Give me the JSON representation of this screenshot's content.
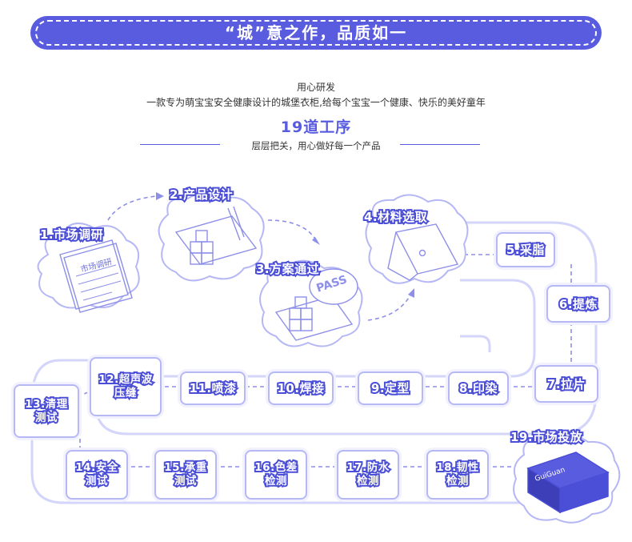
{
  "header": {
    "banner_title": "“城”意之作，品质如一",
    "intro_heading": "用心研发",
    "intro_text": "一款专为萌宝宝安全健康设计的城堡衣柜,给每个宝宝一个健康、快乐的美好童年",
    "process_title": "19道工序",
    "process_subtitle": "层层把关，用心做好每一个产品"
  },
  "illustrated_steps": [
    {
      "label": "1.市场调研",
      "doc_text": "市场调研"
    },
    {
      "label": "2.产品设计"
    },
    {
      "label": "3.方案通过",
      "stamp_text": "PASS"
    },
    {
      "label": "4.材料选取"
    }
  ],
  "steps": [
    {
      "label": "5.采脂"
    },
    {
      "label": "6.提炼"
    },
    {
      "label": "7.拉片"
    },
    {
      "label": "8.印染"
    },
    {
      "label": "9.定型"
    },
    {
      "label": "10.焊接"
    },
    {
      "label": "11.喷漆"
    },
    {
      "label": "12.超声波\n压缝"
    },
    {
      "label": "13.清理\n测试"
    },
    {
      "label": "14.安全\n测试"
    },
    {
      "label": "15.承重\n测试"
    },
    {
      "label": "16.色差\n检测"
    },
    {
      "label": "17.防水\n检测"
    },
    {
      "label": "18.韧性\n检测"
    }
  ],
  "final_step": {
    "label": "19.市场投放",
    "box_brand": "GuiGuan"
  },
  "colors": {
    "accent": "#5a5ce0",
    "outline": "#4b4ed6",
    "light": "#b6b8f5"
  }
}
